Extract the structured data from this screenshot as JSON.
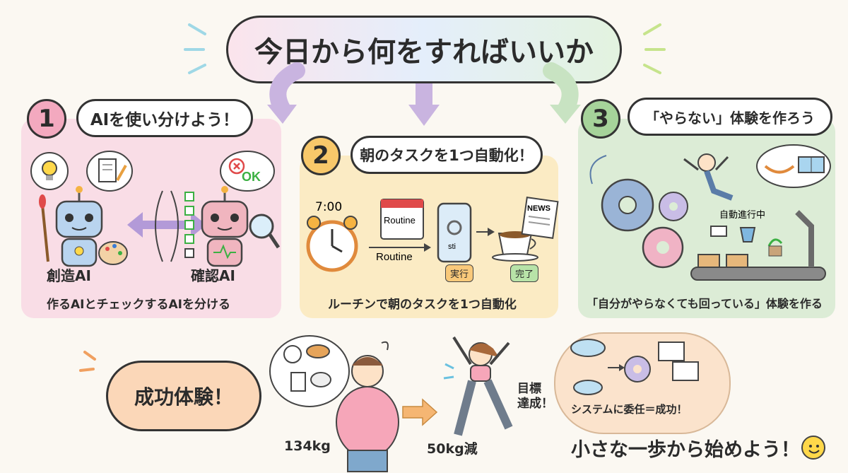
{
  "title": "今日から何をすればいいか",
  "step1": {
    "number": "1",
    "heading": "AIを使い分けよう！",
    "left_label": "創造AI",
    "right_label": "確認AI",
    "ok_text": "OK",
    "caption": "作るAIとチェックするAIを分ける",
    "colors": {
      "bg": "#f9dde6",
      "circle": "#f3a9bf"
    }
  },
  "step2": {
    "number": "2",
    "heading": "朝のタスクを1つ自動化！",
    "time": "7:00",
    "calendar_label": "Routine",
    "arrow_label": "Routine",
    "phone_text": "sti",
    "news_label": "NEWS",
    "execute_badge": "実行",
    "done_badge": "完了",
    "caption": "ルーチンで朝のタスクを1つ自動化",
    "colors": {
      "bg": "#fbebc4",
      "circle": "#f8c86a"
    }
  },
  "step3": {
    "number": "3",
    "heading": "「やらない」体験を作ろう",
    "progress_label": "自動進行中",
    "caption": "「自分がやらなくても回っている」体験を作る",
    "colors": {
      "bg": "#dcecd6",
      "circle": "#a6d39a"
    }
  },
  "bottom": {
    "success_bubble": "成功体験！",
    "before_weight": "134kg",
    "after_weight": "50kg減",
    "goal_text": "目標\n達成！",
    "system_text": "システムに委任＝成功！",
    "closing": "小さな一歩から始めよう！",
    "colors": {
      "success": "#fbd7b8",
      "system": "#fbe3cc"
    }
  }
}
